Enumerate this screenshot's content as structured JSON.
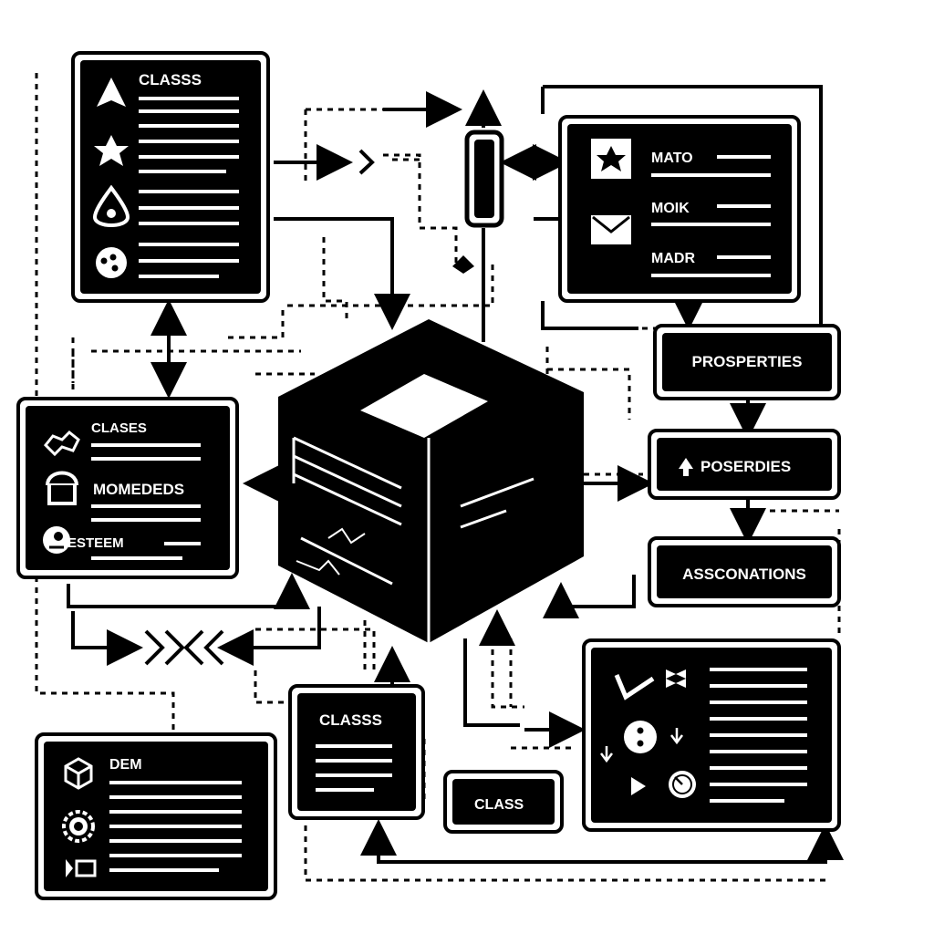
{
  "colors": {
    "ink": "#000000",
    "paper": "#ffffff"
  },
  "panels": {
    "classes_top_left": {
      "title": "CLASSS",
      "icons": [
        "triangle-icon",
        "star-icon",
        "drop-icon",
        "dots-circle-icon"
      ]
    },
    "classes_mid_left": {
      "rows": [
        "CLASES",
        "MOMEDEDS",
        "ESTEEM"
      ],
      "icons": [
        "molecule-icon",
        "dome-icon",
        "person-circle-icon"
      ]
    },
    "dem_bottom_left": {
      "title": "DEM",
      "icons": [
        "cube-icon",
        "gear-icon",
        "flag-icon"
      ]
    },
    "classes_bottom_center": {
      "title": "CLASSS"
    },
    "class_small": {
      "title": "CLASS"
    },
    "top_right": {
      "rows": [
        "MATO",
        "MOIK",
        "MADR"
      ],
      "icons": [
        "star-square-icon",
        "mail-icon"
      ]
    },
    "bottom_right": {
      "icons": [
        "check-icon",
        "bowtie-icon",
        "dots-icon",
        "down-arrow-icon",
        "down-arrow-icon",
        "play-icon",
        "clock-icon"
      ]
    }
  },
  "labels": {
    "prosperties": "PROSPERTIES",
    "poserdies": "POSERDIES",
    "assconations": "ASSCONATIONS"
  }
}
